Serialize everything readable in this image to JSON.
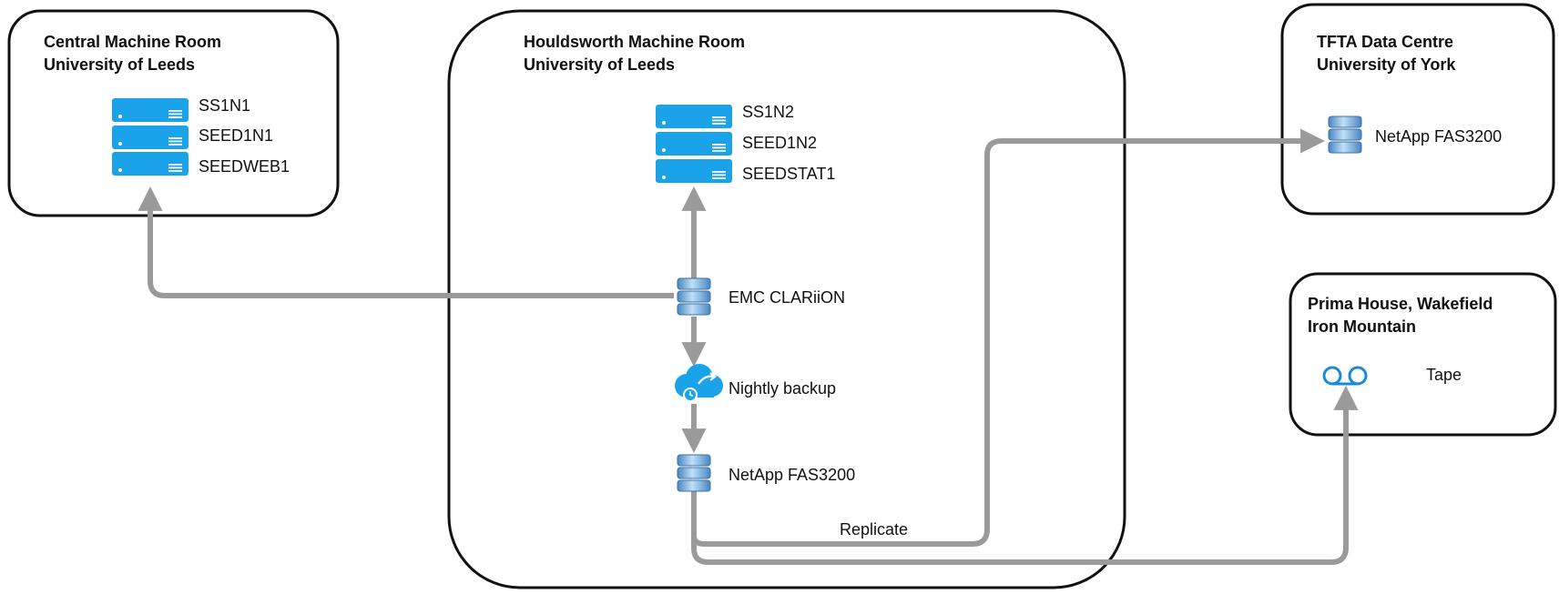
{
  "colors": {
    "box_border": "#111111",
    "arrow": "#9a9a9a",
    "server_fill": "#1aa3e8",
    "storage_light": "#a8d0f0",
    "storage_dark": "#4a86c0",
    "cloud_fill": "#1aa3e8",
    "tape_stroke": "#1a8ad8"
  },
  "locations": {
    "central": {
      "title_line1": "Central Machine Room",
      "title_line2": "University of Leeds"
    },
    "houldsworth": {
      "title_line1": "Houldsworth Machine Room",
      "title_line2": "University of Leeds"
    },
    "tfta": {
      "title_line1": "TFTA Data Centre",
      "title_line2": "University of York"
    },
    "prima": {
      "title_line1": "Prima House, Wakefield",
      "title_line2": "Iron Mountain"
    }
  },
  "nodes": {
    "central_servers": [
      "SS1N1",
      "SEED1N1",
      "SEEDWEB1"
    ],
    "houldsworth_servers": [
      "SS1N2",
      "SEED1N2",
      "SEEDSTAT1"
    ],
    "emc": {
      "label": "EMC CLARiiON",
      "icon": "storage-icon"
    },
    "backup": {
      "label": "Nightly backup",
      "icon": "cloud-backup-icon"
    },
    "netapp_local": {
      "label": "NetApp FAS3200",
      "icon": "storage-icon"
    },
    "netapp_york": {
      "label": "NetApp FAS3200",
      "icon": "storage-icon"
    },
    "tape": {
      "label": "Tape",
      "icon": "tape-icon"
    }
  },
  "edges": {
    "replicate_label": "Replicate"
  }
}
